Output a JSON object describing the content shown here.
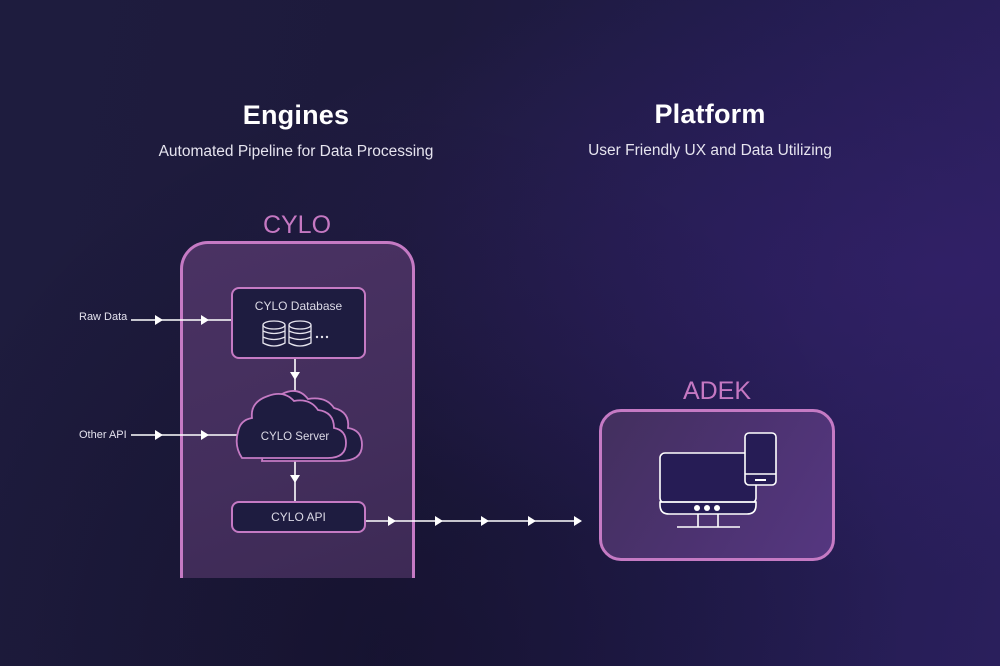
{
  "engines": {
    "title": "Engines",
    "subtitle": "Automated Pipeline for Data Processing"
  },
  "platform": {
    "title": "Platform",
    "subtitle": "User Friendly UX and Data Utilizing"
  },
  "cylo": {
    "label": "CYLO",
    "database": {
      "label": "CYLO Database",
      "icon": "database-stack-icon",
      "more": "..."
    },
    "server": {
      "label": "CYLO Server",
      "icon": "cloud-icon"
    },
    "api": {
      "label": "CYLO API"
    }
  },
  "inputs": [
    {
      "label": "Raw Data",
      "target": "CYLO Database"
    },
    {
      "label": "Other API",
      "target": "CYLO Server"
    }
  ],
  "adek": {
    "label": "ADEK",
    "icon": "desktop-and-mobile-icon"
  },
  "flows": [
    {
      "from": "Raw Data",
      "to": "CYLO Database"
    },
    {
      "from": "Other API",
      "to": "CYLO Server"
    },
    {
      "from": "CYLO Database",
      "to": "CYLO Server"
    },
    {
      "from": "CYLO Server",
      "to": "CYLO API"
    },
    {
      "from": "CYLO API",
      "to": "ADEK"
    }
  ],
  "colors": {
    "accent": "#c57ac4",
    "node_fill": "#1e1c40",
    "background": "#1e1c3e",
    "arrow": "#ffffff"
  }
}
